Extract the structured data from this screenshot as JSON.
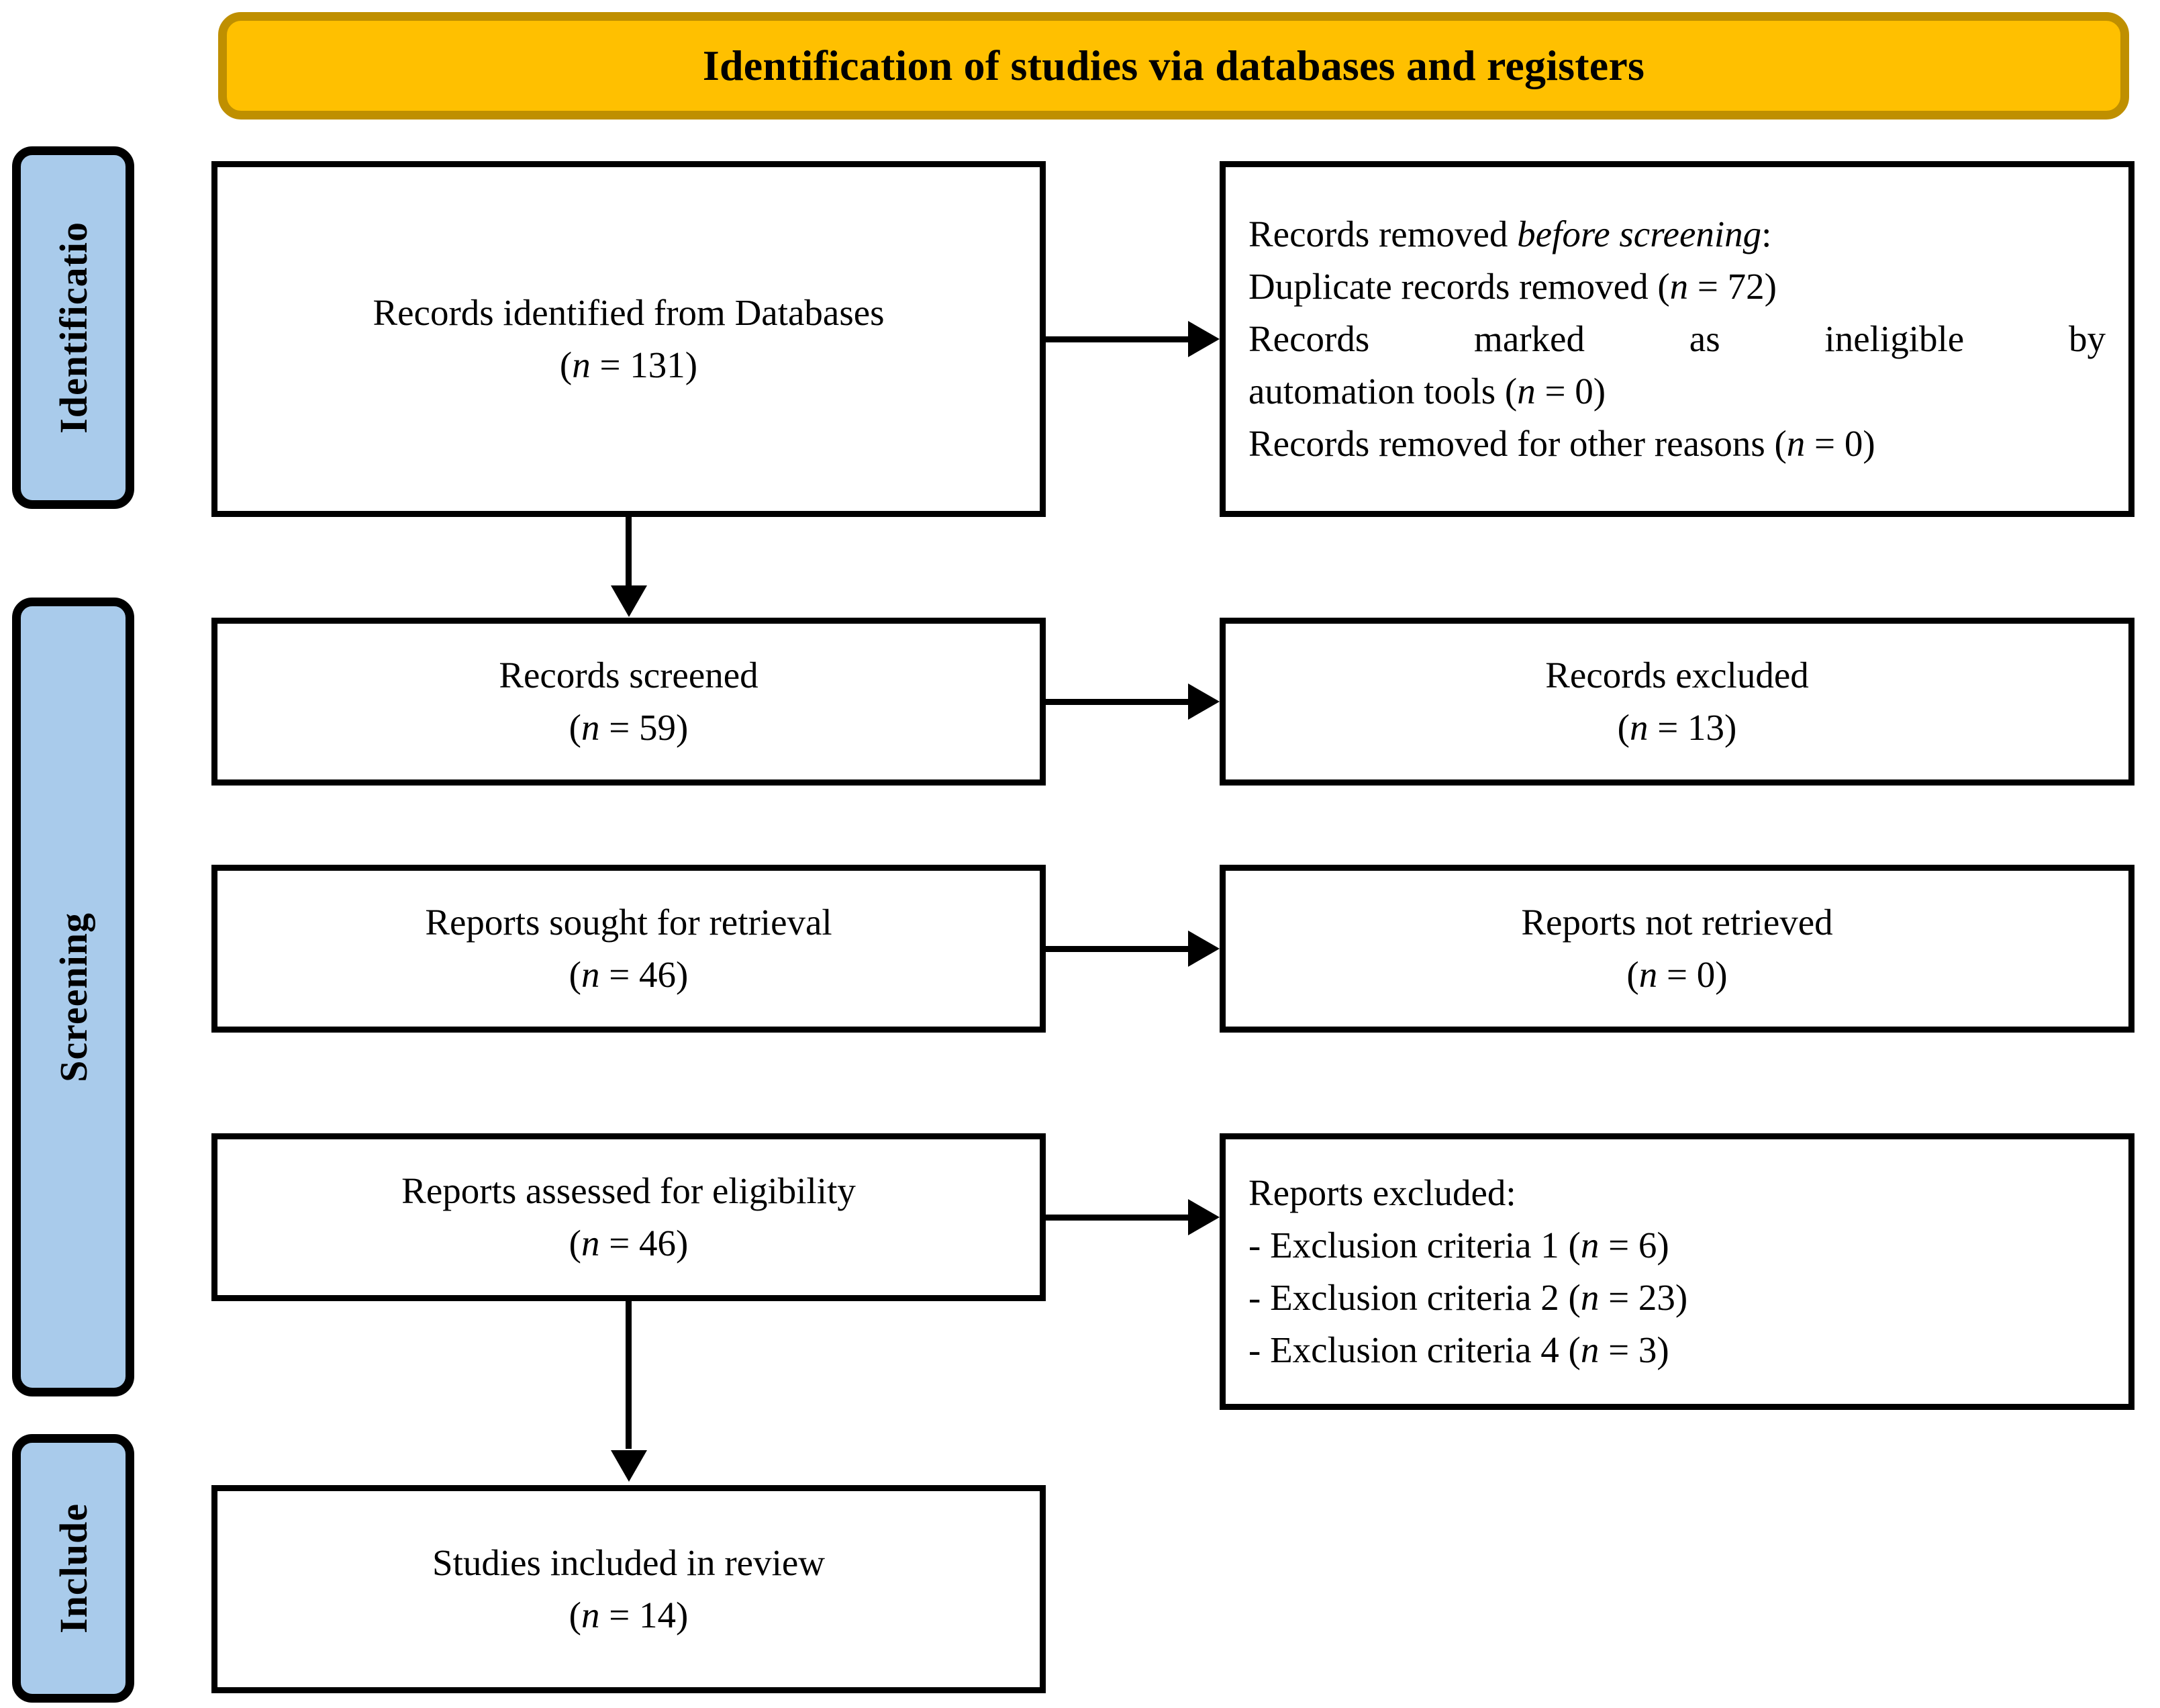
{
  "header": {
    "title": "Identification of studies via databases and registers",
    "fill_color": "#FFC000",
    "border_color": "#BF8F00"
  },
  "stages": [
    {
      "key": "identification",
      "label": "Identificatio",
      "fill_color": "#A9CBEB"
    },
    {
      "key": "screening",
      "label": "Screening",
      "fill_color": "#A9CBEB"
    },
    {
      "key": "included",
      "label": "Include",
      "fill_color": "#A9CBEB"
    }
  ],
  "boxes": {
    "identified": {
      "line1": "Records identified from Databases",
      "line2_pre": "(",
      "line2_n": "n",
      "line2_post": " = 131)"
    },
    "removed": {
      "line1_pre": "Records removed ",
      "line1_italic": "before screening",
      "line1_post": ":",
      "line2_pre": "Duplicate records removed (",
      "line2_n": "n",
      "line2_post": " = 72)",
      "line3": "Records marked as ineligible by",
      "line4_pre": "automation tools (",
      "line4_n": "n",
      "line4_post": " = 0)",
      "line5_pre": "Records removed for other reasons (",
      "line5_n": "n",
      "line5_post": " = 0)"
    },
    "screened": {
      "line1": "Records screened",
      "line2_pre": "(",
      "line2_n": "n",
      "line2_post": " = 59)"
    },
    "excluded": {
      "line1": "Records excluded",
      "line2_pre": "(",
      "line2_n": "n",
      "line2_post": " = 13)"
    },
    "sought": {
      "line1": "Reports sought for retrieval",
      "line2_pre": "(",
      "line2_n": "n",
      "line2_post": " = 46)"
    },
    "not_retrieved": {
      "line1": "Reports not retrieved",
      "line2_pre": "(",
      "line2_n": "n",
      "line2_post": " = 0)"
    },
    "assessed": {
      "line1": "Reports assessed for eligibility",
      "line2_pre": "(",
      "line2_n": "n",
      "line2_post": " = 46)"
    },
    "reports_excluded": {
      "line1": "Reports excluded:",
      "line2_pre": "- Exclusion criteria 1 (",
      "line2_n": "n",
      "line2_post": " = 6)",
      "line3_pre": "- Exclusion criteria 2 (",
      "line3_n": "n",
      "line3_post": " = 23)",
      "line4_pre": "- Exclusion criteria 4 (",
      "line4_n": "n",
      "line4_post": " = 3)"
    },
    "included": {
      "line1": "Studies included in review",
      "line2_pre": "(",
      "line2_n": "n",
      "line2_post": " = 14)"
    }
  },
  "chart_data": {
    "type": "diagram",
    "title": "Identification of studies via databases and registers",
    "flow": [
      {
        "stage": "Identification",
        "node": "Records identified from Databases",
        "n": 131
      },
      {
        "stage": "Identification",
        "node": "Duplicate records removed",
        "n": 72
      },
      {
        "stage": "Identification",
        "node": "Records marked as ineligible by automation tools",
        "n": 0
      },
      {
        "stage": "Identification",
        "node": "Records removed for other reasons",
        "n": 0
      },
      {
        "stage": "Screening",
        "node": "Records screened",
        "n": 59
      },
      {
        "stage": "Screening",
        "node": "Records excluded",
        "n": 13
      },
      {
        "stage": "Screening",
        "node": "Reports sought for retrieval",
        "n": 46
      },
      {
        "stage": "Screening",
        "node": "Reports not retrieved",
        "n": 0
      },
      {
        "stage": "Screening",
        "node": "Reports assessed for eligibility",
        "n": 46
      },
      {
        "stage": "Screening",
        "node": "Reports excluded: Exclusion criteria 1",
        "n": 6
      },
      {
        "stage": "Screening",
        "node": "Reports excluded: Exclusion criteria 2",
        "n": 23
      },
      {
        "stage": "Screening",
        "node": "Reports excluded: Exclusion criteria 4",
        "n": 3
      },
      {
        "stage": "Included",
        "node": "Studies included in review",
        "n": 14
      }
    ]
  }
}
